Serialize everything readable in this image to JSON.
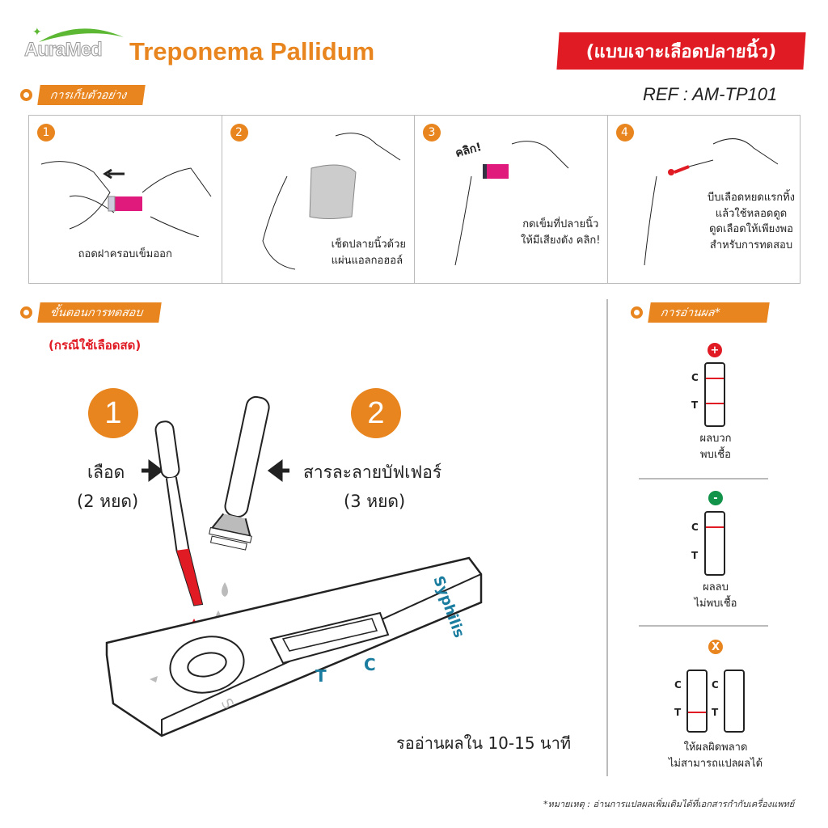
{
  "header": {
    "logo": "AuraMed",
    "title": "Treponema Pallidum",
    "badge": "(แบบเจาะเลือดปลายนิ้ว)",
    "ref": "REF : AM-TP101"
  },
  "collection": {
    "heading": "การเก็บตัวอย่าง",
    "steps": [
      {
        "num": "1",
        "lines": [
          "ถอดฝาครอบเข็มออก"
        ]
      },
      {
        "num": "2",
        "lines": [
          "เช็ดปลายนิ้วด้วย",
          "แผ่นแอลกอฮอล์"
        ]
      },
      {
        "num": "3",
        "lines": [
          "กดเข็มที่ปลายนิ้ว",
          "ให้มีเสียงดัง คลิก!"
        ],
        "burst": "คลิก!"
      },
      {
        "num": "4",
        "lines": [
          "บีบเลือดหยดแรกทิ้ง",
          "แล้วใช้หลอดดูด",
          "ดูดเลือดให้เพียงพอ",
          "สำหรับการทดสอบ"
        ]
      }
    ]
  },
  "procedure": {
    "heading": "ขั้นตอนการทดสอบ",
    "subheading": "(กรณีใช้เลือดสด)",
    "step1": {
      "num": "1",
      "label": "เลือด",
      "amount": "(2 หยด)"
    },
    "step2": {
      "num": "2",
      "label": "สารละลายบัฟเฟอร์",
      "amount": "(3 หยด)"
    },
    "cassette": {
      "brand": "Syphilis",
      "c": "C",
      "t": "T",
      "s": "S"
    },
    "wait": "รออ่านผลใน 10-15 นาที"
  },
  "results": {
    "heading": "การอ่านผล*",
    "positive": {
      "sign": "+",
      "lines": [
        "ผลบวก",
        "พบเชื้อ"
      ],
      "color": "#e01b24"
    },
    "negative": {
      "sign": "-",
      "lines": [
        "ผลลบ",
        "ไม่พบเชื้อ"
      ],
      "color": "#12934a"
    },
    "invalid": {
      "sign": "X",
      "lines": [
        "ให้ผลผิดพลาด",
        "ไม่สามารถแปลผลได้"
      ],
      "color": "#e8851e"
    },
    "c": "C",
    "t": "T"
  },
  "footnote": "*หมายเหตุ : อ่านการแปลผลเพิ่มเติมได้ที่เอกสารกำกับเครื่องแพทย์"
}
